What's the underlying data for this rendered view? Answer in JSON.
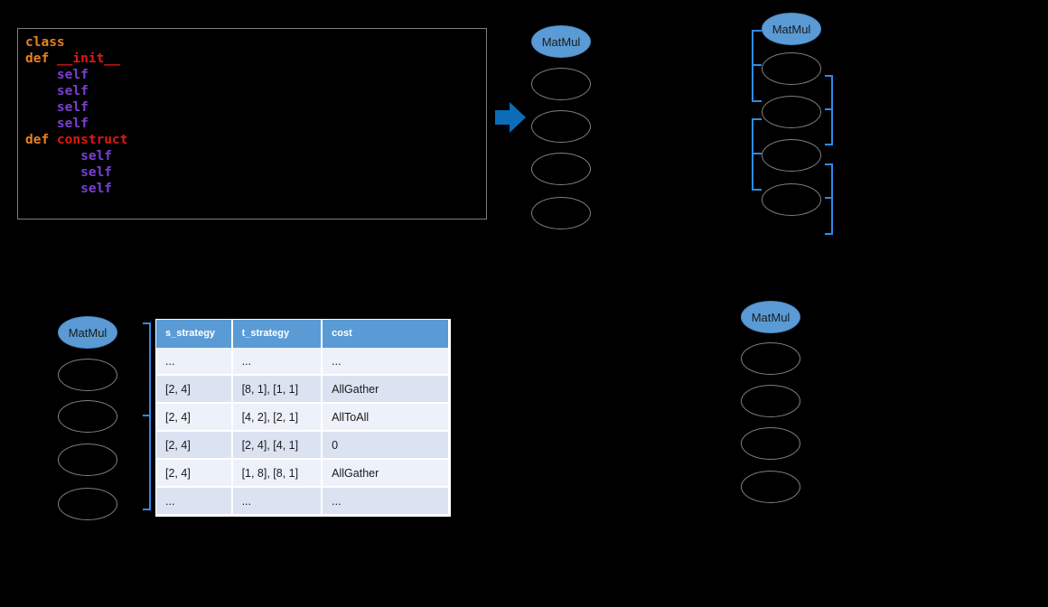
{
  "code_panel": {
    "name": "python-source-snippet",
    "lines": [
      {
        "indent": 0,
        "tokens": [
          {
            "text": "class",
            "kind": "keyword"
          }
        ]
      },
      {
        "indent": 0,
        "tokens": [
          {
            "text": "def ",
            "kind": "keyword"
          },
          {
            "text": "__init__",
            "kind": "dunder"
          }
        ]
      },
      {
        "indent": 4,
        "tokens": [
          {
            "text": "self",
            "kind": "self"
          }
        ]
      },
      {
        "indent": 4,
        "tokens": [
          {
            "text": "self",
            "kind": "self"
          }
        ]
      },
      {
        "indent": 4,
        "tokens": [
          {
            "text": "self",
            "kind": "self"
          }
        ]
      },
      {
        "indent": 4,
        "tokens": [
          {
            "text": "self",
            "kind": "self"
          }
        ]
      },
      {
        "indent": 0,
        "tokens": [
          {
            "text": "def ",
            "kind": "keyword"
          },
          {
            "text": "construct",
            "kind": "fn"
          }
        ]
      },
      {
        "indent": 7,
        "tokens": [
          {
            "text": "self",
            "kind": "self"
          }
        ]
      },
      {
        "indent": 7,
        "tokens": [
          {
            "text": "self",
            "kind": "self"
          }
        ]
      },
      {
        "indent": 7,
        "tokens": [
          {
            "text": "self",
            "kind": "self"
          }
        ]
      }
    ]
  },
  "arrow": {
    "label": "transform-arrow",
    "color": "#0b6cb7"
  },
  "graph_columns": [
    {
      "id": "graph-top-left",
      "head_label": "MatMul",
      "blank_node_count": 4
    },
    {
      "id": "graph-top-right",
      "head_label": "MatMul",
      "blank_node_count": 4
    },
    {
      "id": "graph-bottom-left",
      "head_label": "MatMul",
      "blank_node_count": 4
    },
    {
      "id": "graph-bottom-right",
      "head_label": "MatMul",
      "blank_node_count": 4
    }
  ],
  "colors": {
    "node_fill": "#5b9bd5",
    "node_outline": "#808080",
    "bracket": "#2e8ae6",
    "arrow": "#0b6cb7",
    "table_header": "#5b9bd5",
    "table_row_even": "#dbe2f1",
    "table_row_odd": "#edf1f9",
    "code_keyword": "#e8821e",
    "code_dunder": "#e01b0f",
    "code_self": "#7a3fd4",
    "code_border": "#7f7f7f"
  },
  "table": {
    "name": "strategy-cost-table",
    "headers": [
      "s_strategy",
      "t_strategy",
      "cost"
    ],
    "rows": [
      {
        "s_strategy": "...",
        "t_strategy": "...",
        "cost": "..."
      },
      {
        "s_strategy": "[2, 4]",
        "t_strategy": "[8, 1], [1, 1]",
        "cost": "AllGather"
      },
      {
        "s_strategy": "[2, 4]",
        "t_strategy": "[4, 2], [2, 1]",
        "cost": "AllToAll"
      },
      {
        "s_strategy": "[2, 4]",
        "t_strategy": "[2, 4], [4, 1]",
        "cost": "0"
      },
      {
        "s_strategy": "[2, 4]",
        "t_strategy": "[1, 8], [8, 1]",
        "cost": "AllGather"
      },
      {
        "s_strategy": "...",
        "t_strategy": "...",
        "cost": "..."
      }
    ]
  }
}
